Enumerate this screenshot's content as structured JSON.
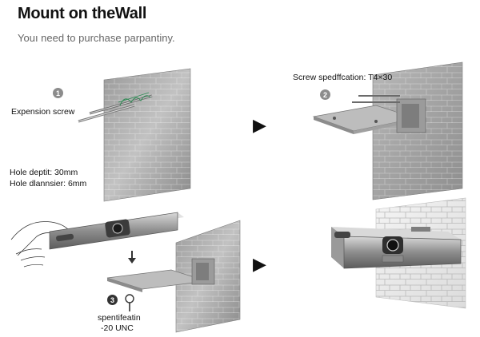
{
  "header": {
    "title": "Mount on theWall",
    "subtitle": "Youı need to purchase parpantiny."
  },
  "steps": [
    {
      "number": "1",
      "label": "Expension screw",
      "note_line1": "Hole deptit: 30mm",
      "note_line2": "Hole dlannsier: 6mm"
    },
    {
      "number": "2",
      "label": "Screw spedffcation: T4×30"
    },
    {
      "number": "3",
      "label_line1": "spentifeatin",
      "label_line2": "-20 UNC"
    }
  ],
  "arrows": {
    "glyph": "▶"
  }
}
